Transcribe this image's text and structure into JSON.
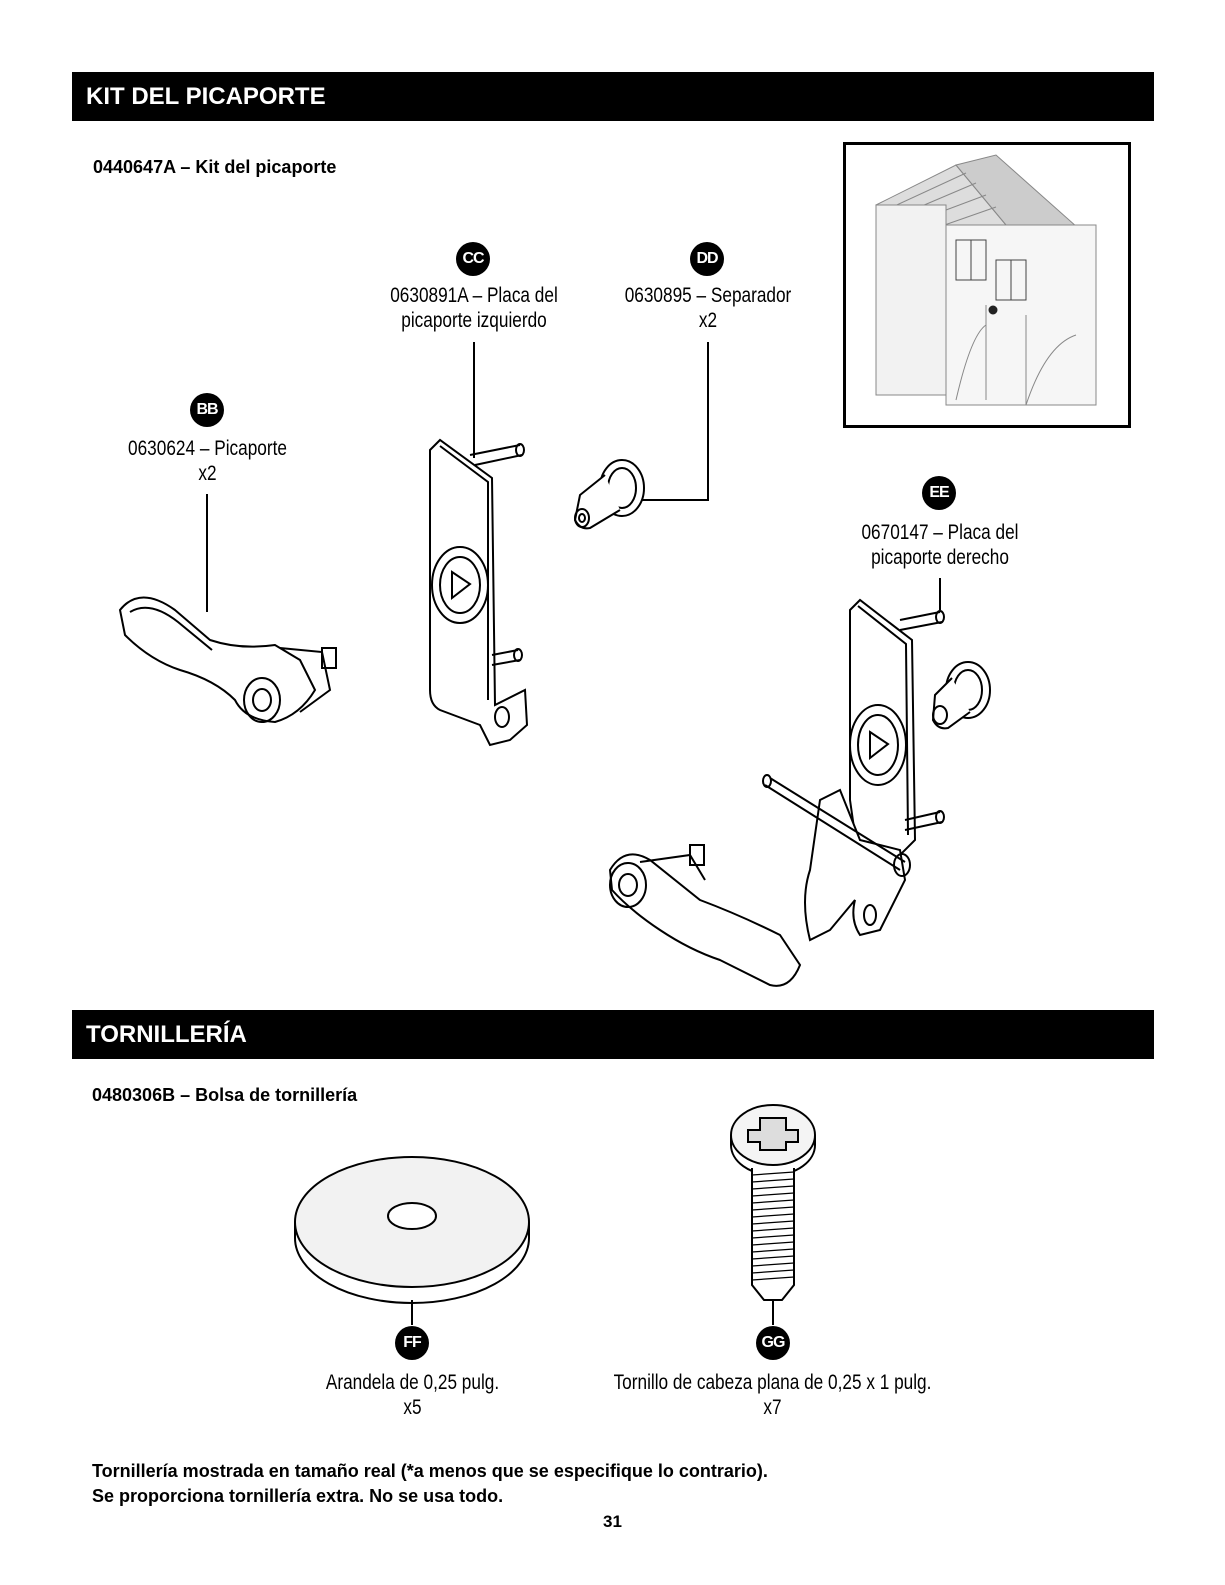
{
  "sections": {
    "latch_kit": {
      "title": "KIT DEL PICAPORTE",
      "kit_label": "0440647A – Kit del picaporte",
      "parts": [
        {
          "code": "BB",
          "line1": "0630624 – Picaporte",
          "line2": "x2"
        },
        {
          "code": "CC",
          "line1": "0630891A – Placa del",
          "line2": "picaporte izquierdo"
        },
        {
          "code": "DD",
          "line1": "0630895 – Separador",
          "line2": "x2"
        },
        {
          "code": "EE",
          "line1": "0670147 – Placa del",
          "line2": "picaporte derecho"
        }
      ]
    },
    "hardware": {
      "title": "TORNILLERÍA",
      "bag_label": "0480306B – Bolsa de tornillería",
      "parts": [
        {
          "code": "FF",
          "line1": "Arandela de 0,25 pulg.",
          "line2": "x5"
        },
        {
          "code": "GG",
          "line1": "Tornillo de cabeza plana de 0,25 x 1 pulg.",
          "line2": "x7"
        }
      ]
    }
  },
  "notes": {
    "line1": "Tornillería mostrada en tamaño real (*a menos que se especifique lo contrario).",
    "line2": "Se proporciona tornillería extra. No se usa todo."
  },
  "page_number": "31"
}
